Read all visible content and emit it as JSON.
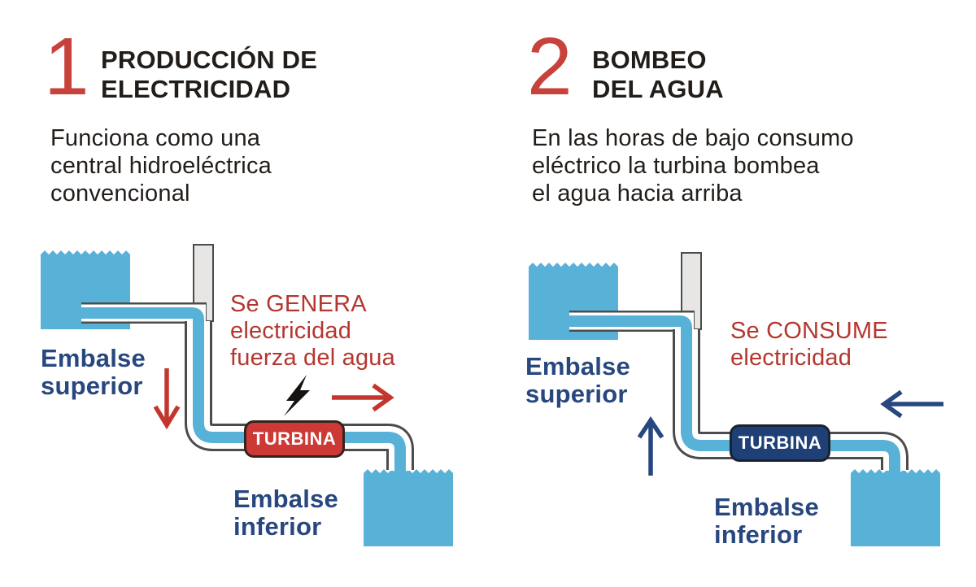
{
  "colors": {
    "accent_red": "#b5362e",
    "number_red": "#c8423c",
    "navy": "#27477e",
    "water_blue": "#58b2d8",
    "badge_red": "#cd3a35",
    "badge_navy": "#1f4076",
    "pipe_outline": "#4c4c4c",
    "shaft_gray": "#e7e6e4"
  },
  "panels": [
    {
      "number": "1",
      "title": "PRODUCCIÓN DE\nELECTRICIDAD",
      "description": "Funciona como una\ncentral hidroeléctrica\nconvencional",
      "annotation": "Se GENERA\nelectricidad\nfuerza del agua",
      "upper_reservoir_label": "Embalse\nsuperior",
      "lower_reservoir_label": "Embalse\ninferior",
      "turbine_label": "TURBINA"
    },
    {
      "number": "2",
      "title": "BOMBEO\nDEL AGUA",
      "description": "En las horas de bajo consumo\neléctrico la turbina bombea\nel agua hacia arriba",
      "annotation": "Se CONSUME\nelectricidad",
      "upper_reservoir_label": "Embalse\nsuperior",
      "lower_reservoir_label": "Embalse\ninferior",
      "turbine_label": "TURBINA"
    }
  ]
}
